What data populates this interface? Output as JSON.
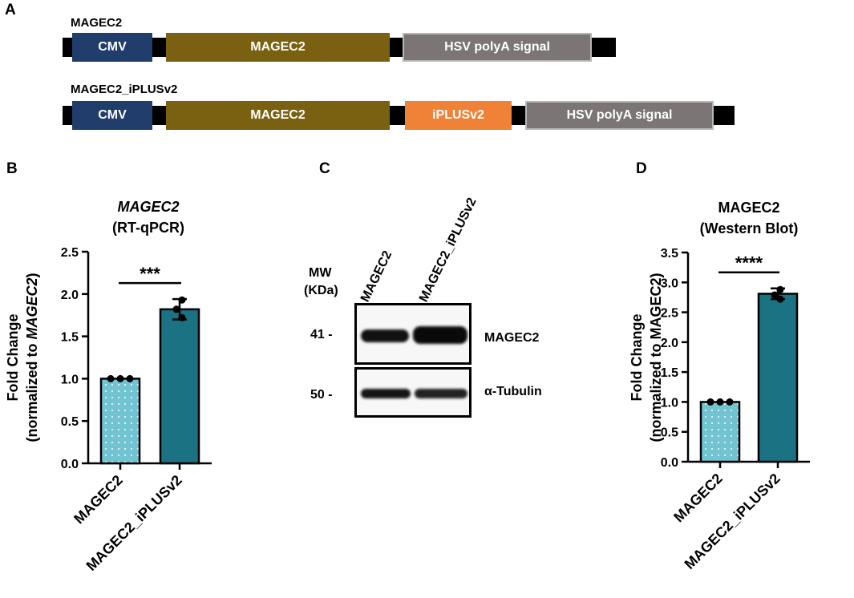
{
  "panel_a": {
    "letter": "A",
    "constructs": [
      {
        "name": "MAGEC2",
        "segments": [
          {
            "label": "CMV",
            "kind": "cmv"
          },
          {
            "label": "MAGEC2",
            "kind": "mag"
          },
          {
            "label": "HSV polyA signal",
            "kind": "hsv"
          }
        ]
      },
      {
        "name": "MAGEC2_iPLUSv2",
        "segments": [
          {
            "label": "CMV",
            "kind": "cmv"
          },
          {
            "label": "MAGEC2",
            "kind": "mag"
          },
          {
            "label": "iPLUSv2",
            "kind": "ipl"
          },
          {
            "label": "HSV polyA signal",
            "kind": "hsv"
          }
        ]
      }
    ]
  },
  "panel_c": {
    "letter": "C",
    "mw_label_1": "MW",
    "mw_label_2": "(KDa)",
    "lanes": [
      "MAGEC2",
      "MAGEC2_iPLUSv2"
    ],
    "bands": [
      {
        "mw": "41 -",
        "protein": "MAGEC2"
      },
      {
        "mw": "50 -",
        "protein": "α-Tubulin"
      }
    ]
  },
  "colors": {
    "dotted_bar": "#73c4d2",
    "solid_bar": "#1b7282"
  },
  "chart_data": [
    {
      "panel": "B",
      "type": "bar",
      "title_line1": "MAGEC2",
      "title_line2": "(RT-qPCR)",
      "ylabel_line1": "Fold Change",
      "ylabel_line2_prefix": "(normalized to ",
      "ylabel_line2_italic": "MAGEC2",
      "ylabel_line2_suffix": ")",
      "categories": [
        "MAGEC2",
        "MAGEC2_iPLUSv2"
      ],
      "values": [
        1.0,
        1.82
      ],
      "errors": [
        0.0,
        0.12
      ],
      "points": [
        [
          1.0,
          1.0,
          1.0
        ],
        [
          1.93,
          1.82,
          1.72
        ]
      ],
      "ylim": [
        0,
        2.5
      ],
      "yticks": [
        "0.0",
        "0.5",
        "1.0",
        "1.5",
        "2.0",
        "2.5"
      ],
      "significance": "***",
      "grid": false
    },
    {
      "panel": "D",
      "type": "bar",
      "title_line1": "MAGEC2",
      "title_line2": "(Western Blot)",
      "ylabel_line1": "Fold Change",
      "ylabel_line2_prefix": "(normalized to MAGEC2)",
      "ylabel_line2_italic": "",
      "ylabel_line2_suffix": "",
      "categories": [
        "MAGEC2",
        "MAGEC2_iPLUSv2"
      ],
      "values": [
        1.0,
        2.81
      ],
      "errors": [
        0.0,
        0.09
      ],
      "points": [
        [
          1.0,
          1.0,
          1.0
        ],
        [
          2.88,
          2.79,
          2.72
        ]
      ],
      "ylim": [
        0,
        3.5
      ],
      "yticks": [
        "0.0",
        "0.5",
        "1.0",
        "1.5",
        "2.0",
        "2.5",
        "3.0",
        "3.5"
      ],
      "significance": "****",
      "grid": false
    }
  ]
}
